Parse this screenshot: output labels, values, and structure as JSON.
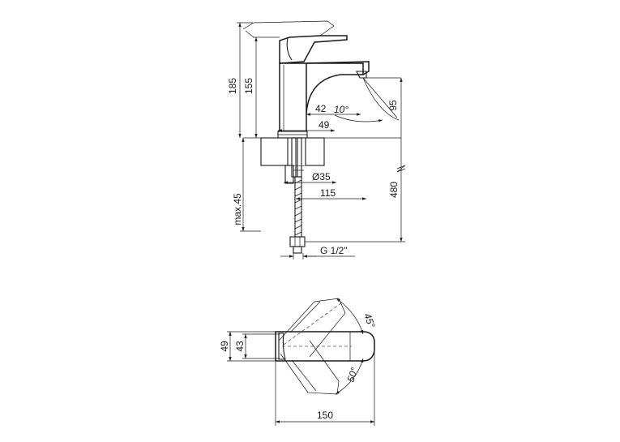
{
  "side_view": {
    "dim_185": "185",
    "dim_155": "155",
    "dim_42": "42",
    "dim_10deg": "10°",
    "dim_95": "95",
    "dim_49": "49",
    "dim_d35": "Ø35",
    "dim_115": "115",
    "dim_480": "480",
    "dim_max45": "max.45",
    "dim_thread": "G 1/2\""
  },
  "top_view": {
    "dim_49": "49",
    "dim_43": "43",
    "dim_45deg": "45°",
    "dim_50deg": "50°",
    "dim_150": "150"
  }
}
